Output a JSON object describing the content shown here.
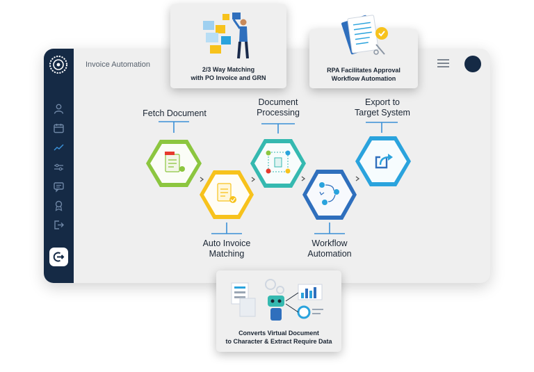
{
  "app": {
    "title": "Invoice Automation"
  },
  "sidebar": {
    "logo_icon": "gear-flower-logo-icon",
    "items": [
      {
        "icon": "user-icon"
      },
      {
        "icon": "calendar-icon"
      },
      {
        "icon": "trend-icon"
      },
      {
        "icon": "sliders-icon"
      },
      {
        "icon": "message-icon"
      },
      {
        "icon": "badge-icon"
      },
      {
        "icon": "logout-icon"
      }
    ],
    "exit_icon": "exit-circle-icon"
  },
  "header": {
    "menu_icon": "hamburger-icon",
    "avatar_color": "#152a45"
  },
  "cards": {
    "matching": {
      "line1": "2/3 Way Matching",
      "line2": "with PO Invoice and GRN"
    },
    "rpa": {
      "line1": "RPA Facilitates Approval",
      "line2": "Workflow Automation"
    },
    "convert": {
      "line1": "Converts Virtual Document",
      "line2": "to Character & Extract Require Data"
    }
  },
  "steps": {
    "fetch": {
      "label": "Fetch Document",
      "color": "#8cc63f"
    },
    "auto_invoice": {
      "line1": "Auto Invoice",
      "line2": "Matching",
      "color": "#f7c21c"
    },
    "doc_processing": {
      "line1": "Document",
      "line2": "Processing",
      "color": "#35b9b0"
    },
    "workflow": {
      "line1": "Workflow",
      "line2": "Automation",
      "color": "#2f6fbd"
    },
    "export": {
      "line1": "Export to",
      "line2": "Target System",
      "color": "#2aa3dd"
    }
  },
  "colors": {
    "accent": "#3a8fd6",
    "navy": "#152a45"
  }
}
